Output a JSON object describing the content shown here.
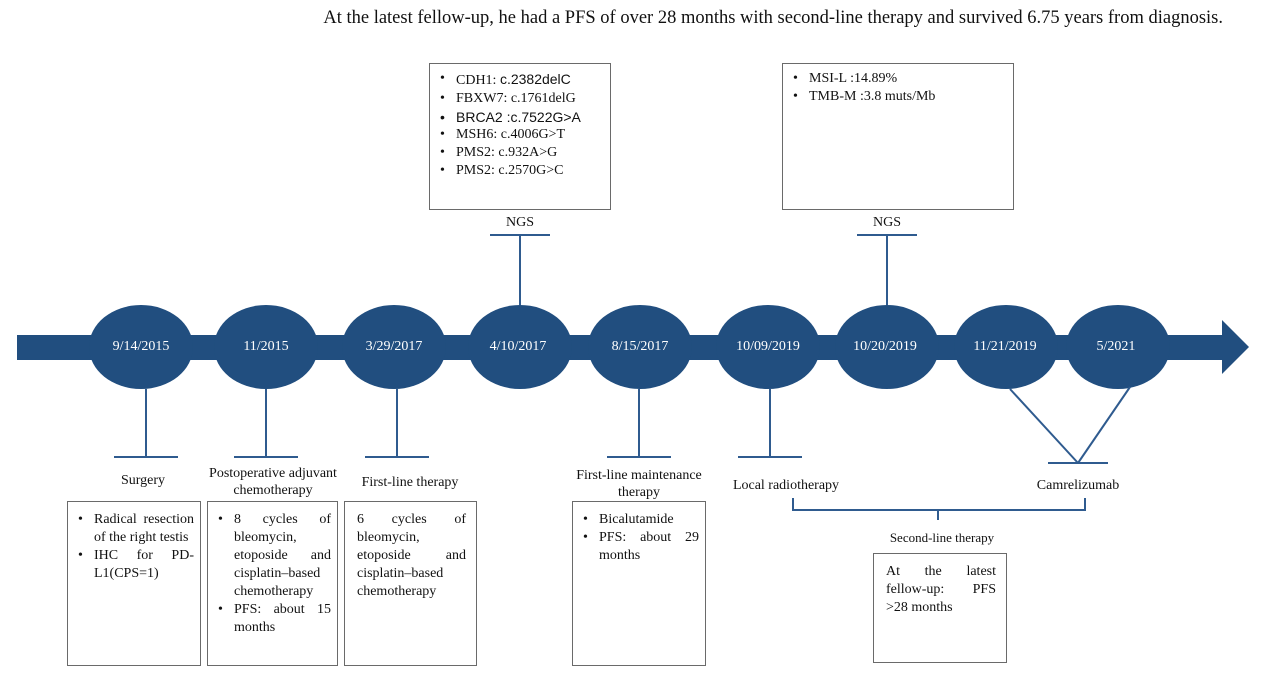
{
  "headline": "At the latest fellow-up, he had a PFS of over 28 months with second-line therapy and survived 6.75 years from diagnosis.",
  "colors": {
    "timeline": "#214e7f",
    "connector": "#2f5b8f",
    "box_border": "#6a6a6a"
  },
  "nodes": [
    "9/14/2015",
    "11/2015",
    "3/29/2017",
    "4/10/2017",
    "8/15/2017",
    "10/09/2019",
    "10/20/2019",
    "11/21/2019",
    "5/2021"
  ],
  "events": {
    "surgery": {
      "label": "Surgery",
      "items": [
        "Radical resection of the right testis",
        "IHC for PD-L1(CPS=1)"
      ]
    },
    "adjuvant": {
      "label": "Postoperative adjuvant chemotherapy",
      "items": [
        "8 cycles of bleomycin, etoposide and cisplatin–based chemotherapy",
        "PFS: about 15 months"
      ]
    },
    "first_line": {
      "label": "First-line therapy",
      "text": "6 cycles of bleomycin, etoposide and cisplatin–based chemotherapy"
    },
    "ngs_1": {
      "label": "NGS",
      "items": [
        "CDH1: ",
        "c.2382delC",
        "FBXW7: c.1761delG",
        "BRCA2 :c.7522G>A",
        "MSH6: c.4006G>T",
        "PMS2:  c.932A>G",
        "PMS2: c.2570G>C"
      ]
    },
    "maintenance": {
      "label": "First-line maintenance therapy",
      "items": [
        "Bicalutamide",
        "PFS: about 29 months"
      ]
    },
    "local_radiotherapy": {
      "label": "Local radiotherapy"
    },
    "ngs_2": {
      "label": "NGS",
      "items": [
        "MSI-L :14.89%",
        "TMB-M :3.8 muts/Mb"
      ]
    },
    "camrelizumab": {
      "label": "Camrelizumab"
    },
    "second_line": {
      "label": "Second-line therapy",
      "text": "At the latest fellow-up: PFS >28 months"
    }
  }
}
